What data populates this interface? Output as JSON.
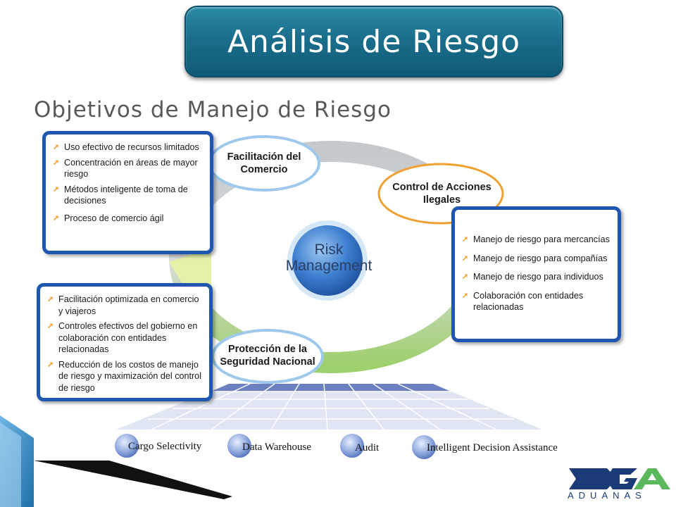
{
  "title": "Análisis de Riesgo",
  "subtitle": "Objetivos de Manejo de Riesgo",
  "center": {
    "line1": "Risk",
    "line2": "Management"
  },
  "ovals": {
    "facilitacion": {
      "line1": "Facilitación del",
      "line2": "Comercio"
    },
    "control": {
      "line1": "Control de Acciones",
      "line2": "Ilegales"
    },
    "proteccion": {
      "line1": "Protección de la",
      "line2": "Seguridad Nacional"
    }
  },
  "boxes": {
    "top_left": [
      "Uso efectivo de recursos limitados",
      "Concentración en áreas de mayor riesgo",
      "Métodos inteligente de toma de decisiones",
      "Proceso de comercio ágil"
    ],
    "bottom_left": [
      "Facilitación optimizada en comercio y viajeros",
      "Controles efectivos del gobierno en colaboración con entidades relacionadas",
      "Reducción de los costos de manejo de riesgo y maximización del control de riesgo"
    ],
    "right": [
      "Manejo de riesgo para mercancías",
      "Manejo de riesgo para compañías",
      "Manejo de riesgo para individuos",
      "Colaboración con entidades relacionadas"
    ]
  },
  "pillars": [
    "Cargo Selectivity",
    "Data Warehouse",
    "Audit",
    "Intelligent Decision Assistance"
  ],
  "logo": {
    "text": "ADUANAS"
  },
  "icons": {
    "bullet": "orange-arrow-icon"
  },
  "colors": {
    "title_bg": "#1b6f8c",
    "box_border": "#1f57b0",
    "ring": "#a9d37a",
    "control_oval": "#f0a030",
    "bullet": "#f0a030",
    "logo": "#1b3b78",
    "logo_accent": "#5cb85c"
  }
}
